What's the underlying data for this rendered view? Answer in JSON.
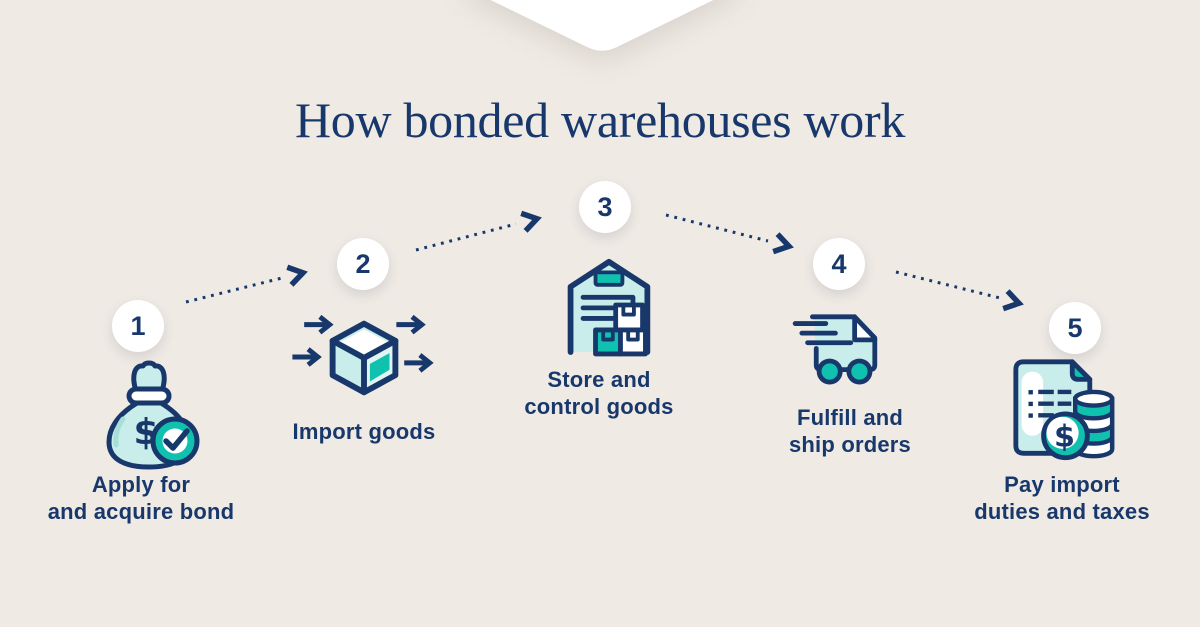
{
  "title": "How bonded warehouses work",
  "colors": {
    "background": "#EFEAE4",
    "navy": "#18386C",
    "teal": "#11C1B0",
    "mint": "#C9EDEA",
    "mint_light": "#E0F5F2",
    "white": "#FFFFFF"
  },
  "icons": {
    "currency_symbol": "$"
  },
  "steps": [
    {
      "number": "1",
      "icon": "money-bag-check",
      "label_lines": [
        "Apply for",
        "and acquire bond"
      ]
    },
    {
      "number": "2",
      "icon": "import-cube-arrows",
      "label_lines": [
        "Import goods"
      ]
    },
    {
      "number": "3",
      "icon": "warehouse",
      "label_lines": [
        "Store and",
        "control goods"
      ]
    },
    {
      "number": "4",
      "icon": "delivery-truck",
      "label_lines": [
        "Fulfill and",
        "ship orders"
      ]
    },
    {
      "number": "5",
      "icon": "invoice-coins",
      "label_lines": [
        "Pay import",
        "duties and taxes"
      ]
    }
  ]
}
